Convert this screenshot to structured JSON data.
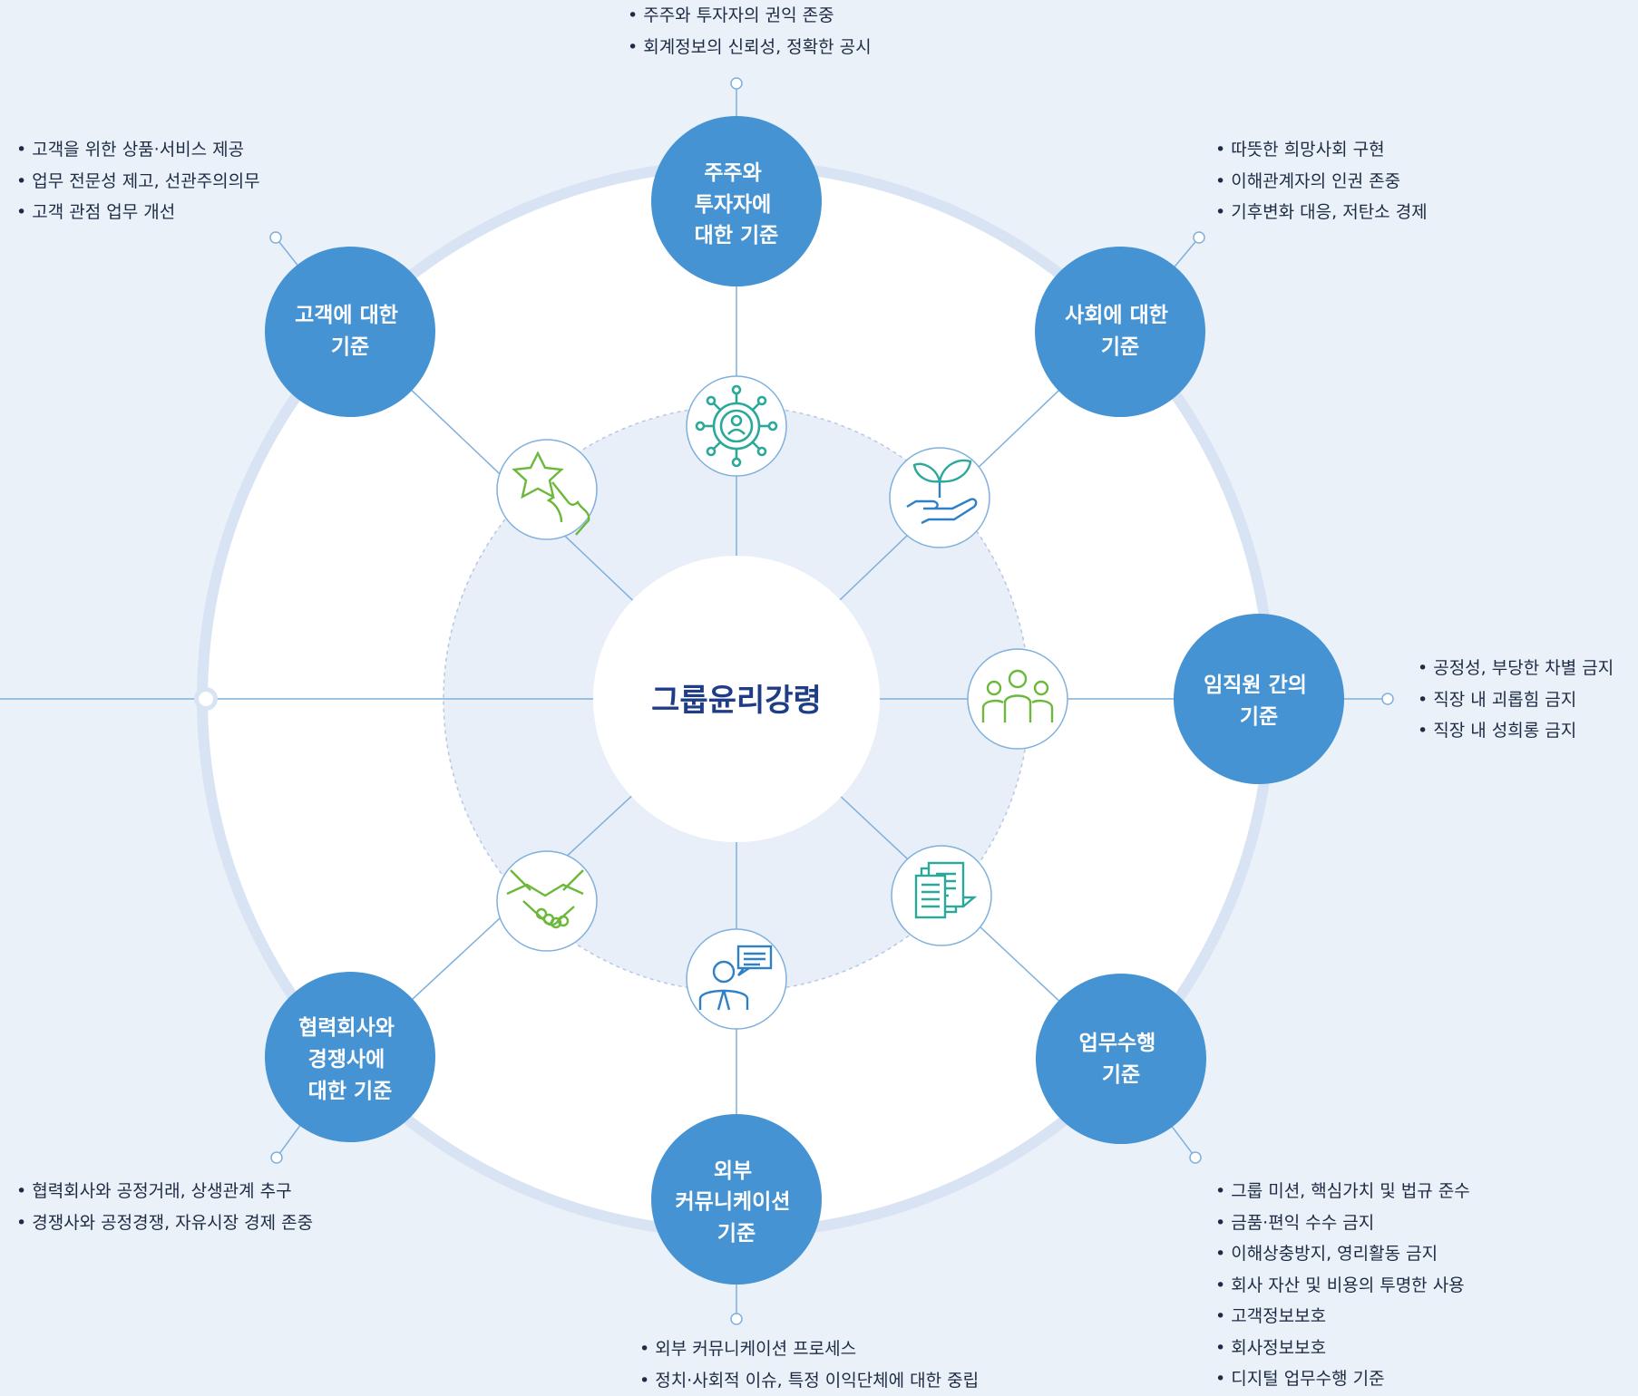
{
  "center": {
    "label": "그룹윤리강령"
  },
  "nodes": [
    {
      "id": "shareholder",
      "lines": [
        "주주와",
        "투자자에",
        "대한 기준"
      ],
      "icon": "network-people-icon"
    },
    {
      "id": "society",
      "lines": [
        "사회에 대한",
        "기준"
      ],
      "icon": "sprout-hand-icon"
    },
    {
      "id": "employee",
      "lines": [
        "임직원 간의",
        "기준"
      ],
      "icon": "people-group-icon"
    },
    {
      "id": "work",
      "lines": [
        "업무수행",
        "기준"
      ],
      "icon": "documents-icon"
    },
    {
      "id": "external",
      "lines": [
        "외부",
        "커뮤니케이션",
        "기준"
      ],
      "icon": "speaker-chat-icon"
    },
    {
      "id": "partner",
      "lines": [
        "협력회사와",
        "경쟁사에",
        "대한 기준"
      ],
      "icon": "handshake-icon"
    },
    {
      "id": "customer",
      "lines": [
        "고객에 대한",
        "기준"
      ],
      "icon": "star-touch-icon"
    }
  ],
  "lists": {
    "shareholder": [
      "주주와 투자자의 권익 존중",
      "회계정보의 신뢰성, 정확한 공시"
    ],
    "society": [
      "따뜻한 희망사회 구현",
      "이해관계자의 인권 존중",
      "기후변화 대응, 저탄소 경제"
    ],
    "employee": [
      "공정성, 부당한 차별 금지",
      "직장 내 괴롭힘 금지",
      "직장 내 성희롱 금지"
    ],
    "work": [
      "그룹 미션, 핵심가치 및 법규 준수",
      "금품·편익 수수 금지",
      "이해상충방지, 영리활동 금지",
      "회사 자산 및 비용의 투명한 사용",
      "고객정보보호",
      "회사정보보호",
      "디지털 업무수행 기준"
    ],
    "external": [
      "외부 커뮤니케이션 프로세스",
      "정치·사회적 이슈, 특정 이익단체에 대한 중립"
    ],
    "partner": [
      "협력회사와 공정거래, 상생관계 추구",
      "경쟁사와 공정경쟁, 자유시장 경제 존중"
    ],
    "customer": [
      "고객을 위한 상품·서비스 제공",
      "업무 전문성 제고, 선관주의의무",
      "고객 관점 업무 개선"
    ]
  },
  "colors": {
    "background": "#eaf1f9",
    "outer_ring": "#d8e3f3",
    "node": "#4593d3",
    "center_text": "#1f3d86",
    "icon_teal": "#2aa89a",
    "icon_green": "#6cb83a",
    "icon_blue": "#2f80c4",
    "line": "#7fb0dc"
  }
}
